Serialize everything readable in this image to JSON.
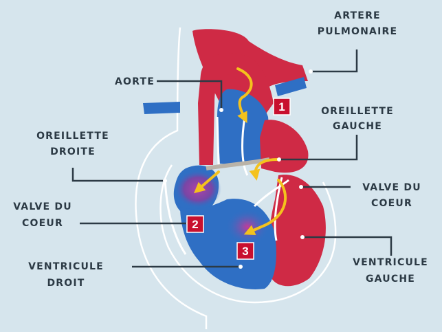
{
  "labels": {
    "artere_l1": "ARTERE",
    "artere_l2": "PULMONAIRE",
    "aorte": "AORTE",
    "og_l1": "OREILLETTE",
    "og_l2": "GAUCHE",
    "od_l1": "OREILLETTE",
    "od_l2": "DROITE",
    "vdc_right_l1": "VALVE DU",
    "vdc_right_l2": "COEUR",
    "vdc_left_l1": "VALVE DU",
    "vdc_left_l2": "COEUR",
    "vd_l1": "VENTRICULE",
    "vd_l2": "DROIT",
    "vg_l1": "VENTRICULE",
    "vg_l2": "GAUCHE"
  },
  "markers": [
    "1",
    "2",
    "3"
  ],
  "colors": {
    "background": "#d6e5ed",
    "oxygenated": "#cf2a45",
    "deoxygenated": "#2f6fc4",
    "mixed": "#8a3c9e",
    "arrow": "#f4c21d",
    "marker": "#c8102e",
    "leader": "#2c3a45"
  }
}
